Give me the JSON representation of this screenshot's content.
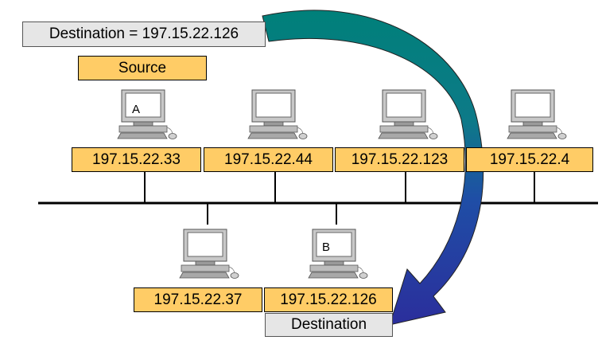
{
  "header": {
    "destination_address": "Destination = 197.15.22.126"
  },
  "source_label": "Source",
  "destination_label": "Destination",
  "hosts": {
    "host_a": {
      "letter": "A",
      "ip": "197.15.22.33"
    },
    "host_2": {
      "ip": "197.15.22.44"
    },
    "host_3": {
      "ip": "197.15.22.123"
    },
    "host_4": {
      "ip": "197.15.22.4"
    },
    "host_5": {
      "ip": "197.15.22.37"
    },
    "host_b": {
      "letter": "B",
      "ip": "197.15.22.126"
    }
  },
  "colors": {
    "ip_box": "#ffcc66",
    "label_box": "#e6e6e6",
    "arrow_top": "#00807a",
    "arrow_bottom": "#2b2e9c",
    "bus": "#000000"
  }
}
